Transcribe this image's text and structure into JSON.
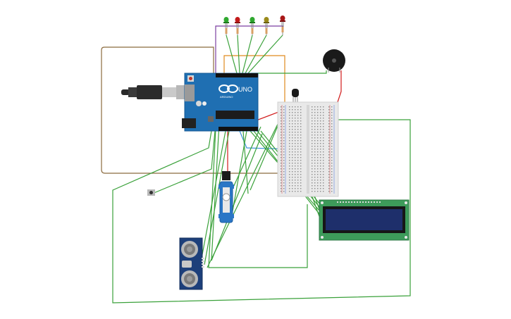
{
  "board": {
    "logo_text": "UNO",
    "brand_text": "ARDUINO"
  },
  "colors": {
    "background": "#ffffff",
    "board_blue": "#1f6fb2",
    "board_dark": "#155a94",
    "wire_green": "#3aa13a",
    "wire_brown": "#8b6a3e",
    "wire_orange": "#e08a1e",
    "wire_purple": "#7b3fa0",
    "wire_red": "#d11a1a",
    "wire_blue": "#3a8fd8",
    "lcd_green": "#3d9b5a",
    "lcd_screen": "#1e2f6b",
    "servo_blue": "#2a76c6",
    "sensor_blue": "#1d3f7a",
    "breadboard": "#e9e9e9"
  },
  "components": {
    "leds": [
      "green",
      "red",
      "green",
      "yellow",
      "red"
    ],
    "parts": [
      "arduino-uno",
      "breadboard",
      "lcd-16x2",
      "servo",
      "ultrasonic-sensor",
      "piezo-buzzer",
      "pushbutton",
      "temperature-sensor",
      "usb-cable"
    ]
  }
}
